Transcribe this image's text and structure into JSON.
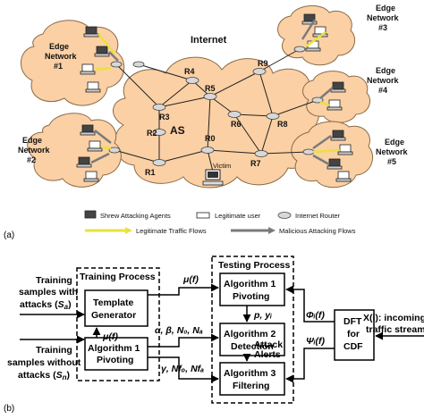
{
  "top": {
    "title": "Internet",
    "as_label": "AS",
    "victim_label": "Victim",
    "routers": [
      "R0",
      "R1",
      "R2",
      "R3",
      "R4",
      "R5",
      "R6",
      "R7",
      "R8",
      "R9"
    ],
    "edge_networks": [
      {
        "line1": "Edge",
        "line2": "Network",
        "line3": "#1"
      },
      {
        "line1": "Edge",
        "line2": "Network",
        "line3": "#2"
      },
      {
        "line1": "Edge",
        "line2": "Network",
        "line3": "#3"
      },
      {
        "line1": "Edge",
        "line2": "Network",
        "line3": "#4"
      },
      {
        "line1": "Edge",
        "line2": "Network",
        "line3": "#5"
      }
    ],
    "legend": {
      "shrew": "Shrew Attacking Agents",
      "legit_user": "Legitimate user",
      "router": "Internet Router",
      "legit_flows": "Legitimate Traffic Flows",
      "malicious_flows": "Malicious Attacking Flows"
    },
    "caption": "(a)",
    "colors": {
      "cloud_fill": "#fbd0a4",
      "cloud_stroke": "#8a6a48",
      "legit_arrow": "#e8e23a",
      "malicious_arrow": "#7a7a7a"
    }
  },
  "bottom": {
    "caption": "(b)",
    "training_with": {
      "line1": "Training",
      "line2": "samples with",
      "line3": "attacks (",
      "var": "S",
      "sub": "a",
      "close": ")"
    },
    "training_without": {
      "line1": "Training",
      "line2": "samples without",
      "line3": "attacks (",
      "var": "S",
      "sub": "n",
      "close": ")"
    },
    "training_process_title": "Training Process",
    "testing_process_title": "Testing Process",
    "template_generator": {
      "line1": "Template",
      "line2": "Generator"
    },
    "alg1_pivot_left": {
      "line1": "Algorithm 1",
      "line2": "Pivoting"
    },
    "alg1_pivot_right": {
      "line1": "Algorithm 1",
      "line2": "Pivoting"
    },
    "alg2": {
      "line1": "Algorithm 2",
      "line2": "Detection"
    },
    "alg3": {
      "line1": "Algorithm 3",
      "line2": "Filtering"
    },
    "dft": {
      "line1": "DFT",
      "line2": "for",
      "line3": "CDF"
    },
    "labels": {
      "mu_top": "μ(f)",
      "mu_mid": "μ(f)",
      "p_y": "p, yᵢ",
      "alpha_beta": "α, β, N₀, Nₐ",
      "gamma": "γ, Nfₒ, Nfₐ",
      "attack_alerts_1": "Attack",
      "attack_alerts_2": "Alerts",
      "phi": "Φᵢ(f)",
      "psi": "Ψᵢ(f)",
      "input_1": "X(i): incoming",
      "input_2": "traffic streams"
    }
  }
}
